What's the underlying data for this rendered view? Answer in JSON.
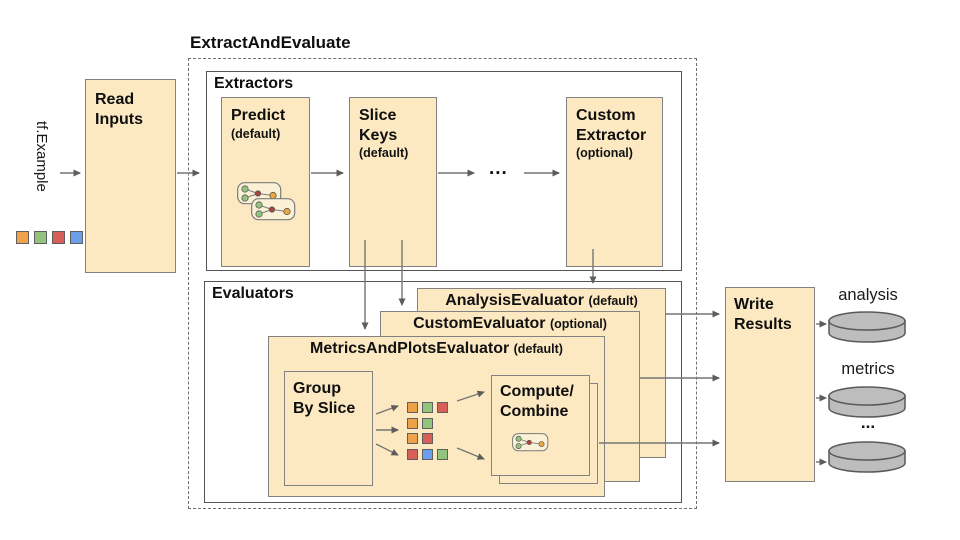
{
  "diagram_title": "ExtractAndEvaluate",
  "palette": {
    "orange": "#F0A24B",
    "green": "#93C47D",
    "red": "#D75F57",
    "blue": "#6D9EEB"
  },
  "input": {
    "label": "tf.Example",
    "squares": [
      "#F0A24B",
      "#93C47D",
      "#D75F57",
      "#6D9EEB"
    ]
  },
  "read_inputs": {
    "line1": "Read",
    "line2": "Inputs"
  },
  "extractors": {
    "title": "Extractors",
    "predict": {
      "name": "Predict",
      "qualifier": "(default)"
    },
    "slice_keys": {
      "line1": "Slice",
      "line2": "Keys",
      "qualifier": "(default)"
    },
    "ellipsis": "...",
    "custom_extractor": {
      "line1": "Custom",
      "line2": "Extractor",
      "qualifier": "(optional)"
    }
  },
  "evaluators": {
    "title": "Evaluators",
    "analysis_evaluator": {
      "name": "AnalysisEvaluator",
      "qualifier": "(default)"
    },
    "custom_evaluator": {
      "name": "CustomEvaluator",
      "qualifier": "(optional)"
    },
    "metrics_plots_evaluator": {
      "name": "MetricsAndPlotsEvaluator",
      "qualifier": "(default)"
    },
    "group_by_slice": {
      "line1": "Group",
      "line2": "By Slice"
    },
    "compute_combine": {
      "line1": "Compute/",
      "line2": "Combine"
    },
    "slice_rows": [
      [
        "#F0A24B",
        "#93C47D",
        "#D75F57"
      ],
      [
        "#F0A24B",
        "#93C47D"
      ],
      [
        "#F0A24B",
        "#D75F57"
      ],
      [
        "#D75F57",
        "#6D9EEB",
        "#93C47D"
      ]
    ]
  },
  "write_results": {
    "line1": "Write",
    "line2": "Results"
  },
  "outputs": {
    "labels": [
      "analysis",
      "metrics",
      "..."
    ]
  },
  "icons": {
    "predict_icon": "model-graph-icon",
    "compute_icon": "model-graph-icon",
    "output_store_icon": "database-cylinder-icon"
  },
  "colors": {
    "box_fill": "#FCE9C2",
    "box_border": "#828282",
    "frame_border": "#545454",
    "dashed_border": "#6F6F6F",
    "cylinder_fill": "#BDBDBD",
    "arrow": "#757575"
  }
}
